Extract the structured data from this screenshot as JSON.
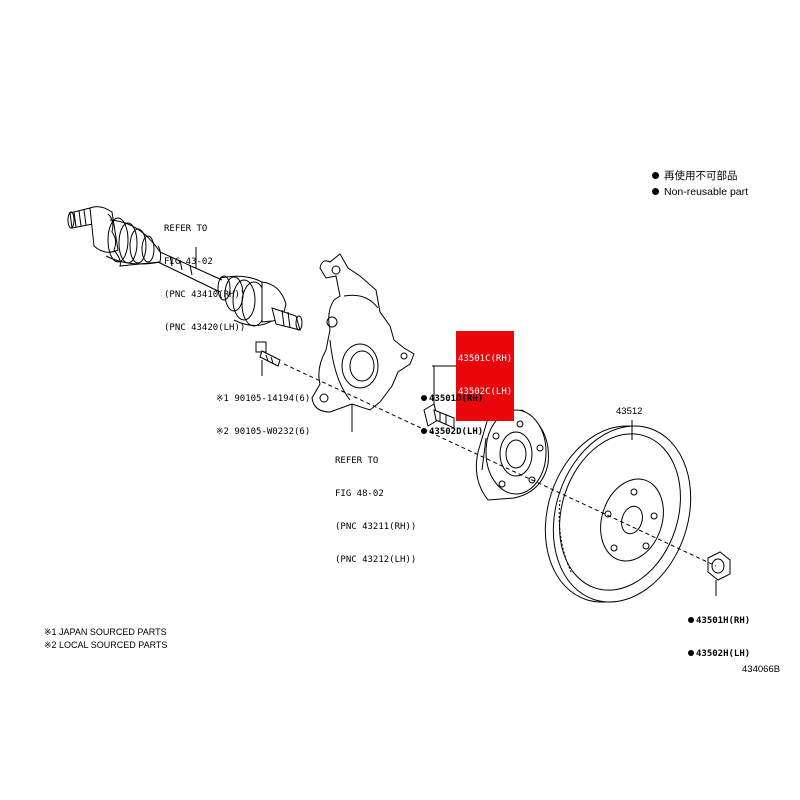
{
  "legend": {
    "non_reusable_ja": "再使用不可部品",
    "non_reusable_en": "Non-reusable part"
  },
  "callouts": {
    "driveshaft": [
      "REFER TO",
      "FIG 43-02",
      "(PNC 43410(RH))",
      "(PNC 43420(LH))"
    ],
    "bolt": [
      "※1 90105-14194(6)",
      "※2 90105-W0232(6)"
    ],
    "knuckle": [
      "REFER TO",
      "FIG 48-02",
      "(PNC 43211(RH))",
      "(PNC 43212(LH))"
    ],
    "hub_highlight": [
      "43501C(RH)",
      "43502C(LH)"
    ],
    "hub_bolt": [
      "43501D(RH)",
      "43502D(LH)"
    ],
    "disc": "43512",
    "nut": [
      "43501H(RH)",
      "43502H(LH)"
    ]
  },
  "notes": [
    "※1 JAPAN SOURCED PARTS",
    "※2 LOCAL SOURCED PARTS"
  ],
  "figure_code": "434066B",
  "colors": {
    "highlight": "#e8070b",
    "line": "#000000"
  }
}
